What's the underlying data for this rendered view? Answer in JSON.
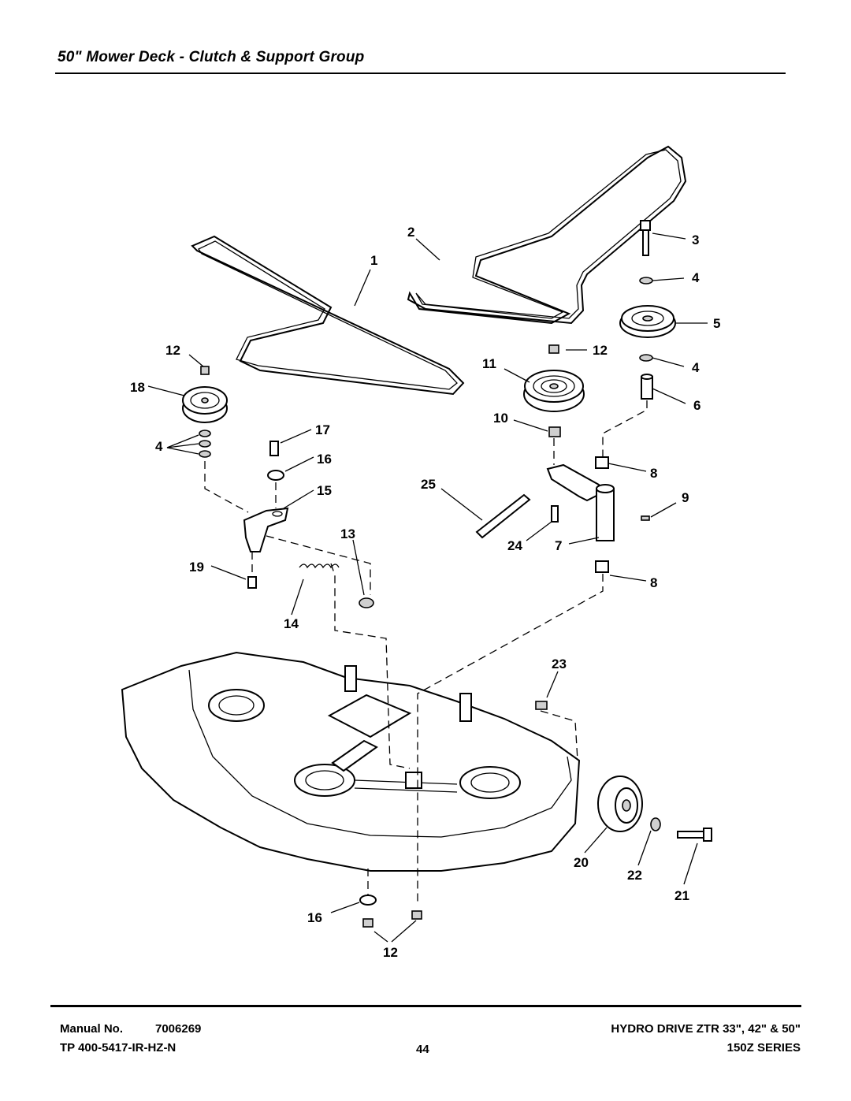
{
  "page": {
    "title": "50\" Mower Deck - Clutch & Support Group"
  },
  "diagram": {
    "callouts": {
      "c1": "1",
      "c2": "2",
      "c3": "3",
      "c4a": "4",
      "c5": "5",
      "c12a": "12",
      "c4b": "4",
      "c11": "11",
      "c12b": "12",
      "c18": "18",
      "c6": "6",
      "c4c": "4",
      "c17": "17",
      "c10": "10",
      "c16a": "16",
      "c8a": "8",
      "c25": "25",
      "c15": "15",
      "c9": "9",
      "c24": "24",
      "c7": "7",
      "c13": "13",
      "c19": "19",
      "c8b": "8",
      "c14": "14",
      "c23": "23",
      "c20": "20",
      "c22": "22",
      "c21": "21",
      "c16b": "16",
      "c12c": "12"
    }
  },
  "footer": {
    "manual_label": "Manual No.",
    "manual_number": "7006269",
    "tp_number": "TP 400-5417-IR-HZ-N",
    "page_number": "44",
    "model": "HYDRO DRIVE ZTR 33\", 42\" & 50\"",
    "series": "150Z SERIES"
  }
}
